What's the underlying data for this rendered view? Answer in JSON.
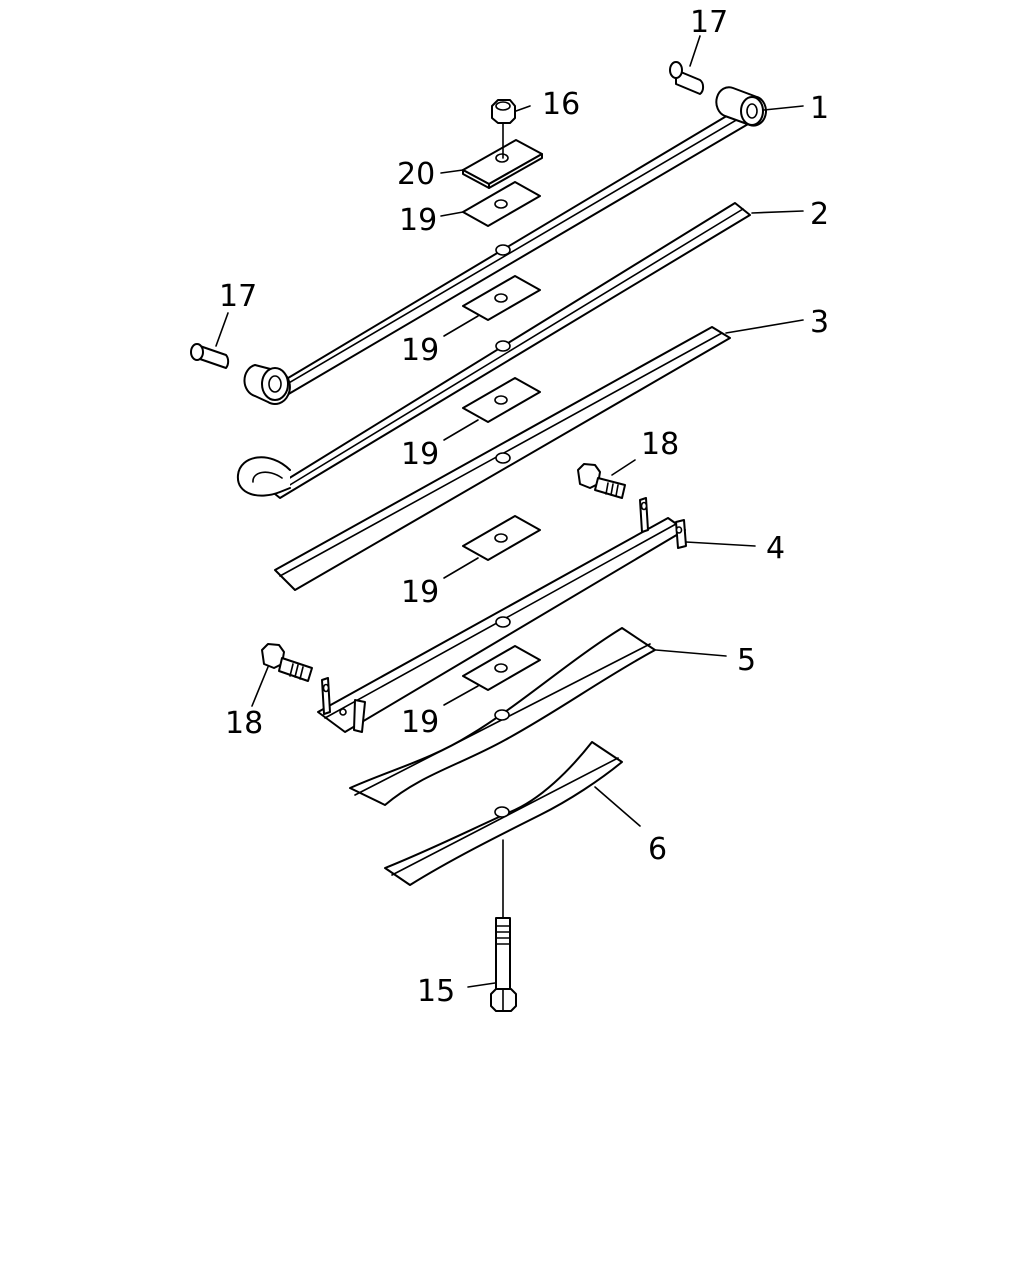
{
  "callouts": {
    "c1": "1",
    "c2": "2",
    "c3": "3",
    "c4": "4",
    "c5": "5",
    "c6": "6",
    "c15": "15",
    "c16": "16",
    "c17a": "17",
    "c17b": "17",
    "c18a": "18",
    "c18b": "18",
    "c19a": "19",
    "c19b": "19",
    "c19c": "19",
    "c19d": "19",
    "c19e": "19",
    "c20": "20"
  },
  "colors": {
    "line": "#000000",
    "background": "#ffffff"
  }
}
